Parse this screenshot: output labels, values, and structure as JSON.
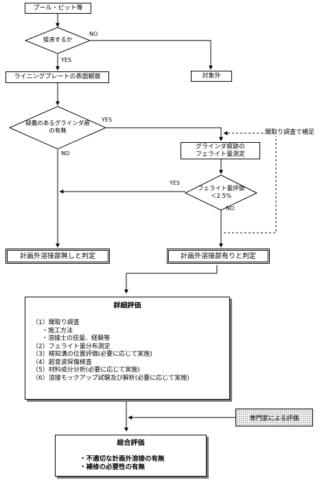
{
  "flow": {
    "start": "プール・ピット等",
    "q_contact": "接液するか",
    "no_1": "NO",
    "yes_1": "YES",
    "target_out": "対象外",
    "lining_obs": "ライニングプレートの表面観察",
    "q_grinder": [
      "疑義のあるグラインダ痕",
      "の有無"
    ],
    "yes_2": "YES",
    "no_2": "NO",
    "interview_note": "聞取り調査で補足",
    "ferrite_measure": [
      "グラインダ痕跡の",
      "フェライト量測定"
    ],
    "q_ferrite": [
      "フェライト量評価",
      "＜2.5%"
    ],
    "yes_3": "YES",
    "no_3": "NO",
    "judge_none": "計画外溶接部無しと判定",
    "judge_exist": "計画外溶接部有りと判定"
  },
  "detail": {
    "title": "詳細評価",
    "items": [
      "（1）聞取り調査",
      "・施工方法",
      "・溶接士の技量、経験等",
      "（2）フェライト量分布測定",
      "（3）検知溝の位置評価(必要に応じて実施)",
      "（4）超音波探傷検査",
      "（5）材料成分分析(必要に応じて実施)",
      "（6）溶接モックアップ試験及び解析(必要に応じて実施)"
    ]
  },
  "expert": "専門家による評価",
  "summary": {
    "title": "総合評価",
    "items": [
      "・不適切な計画外溶接の有無",
      "・補修の必要性の有無"
    ]
  }
}
